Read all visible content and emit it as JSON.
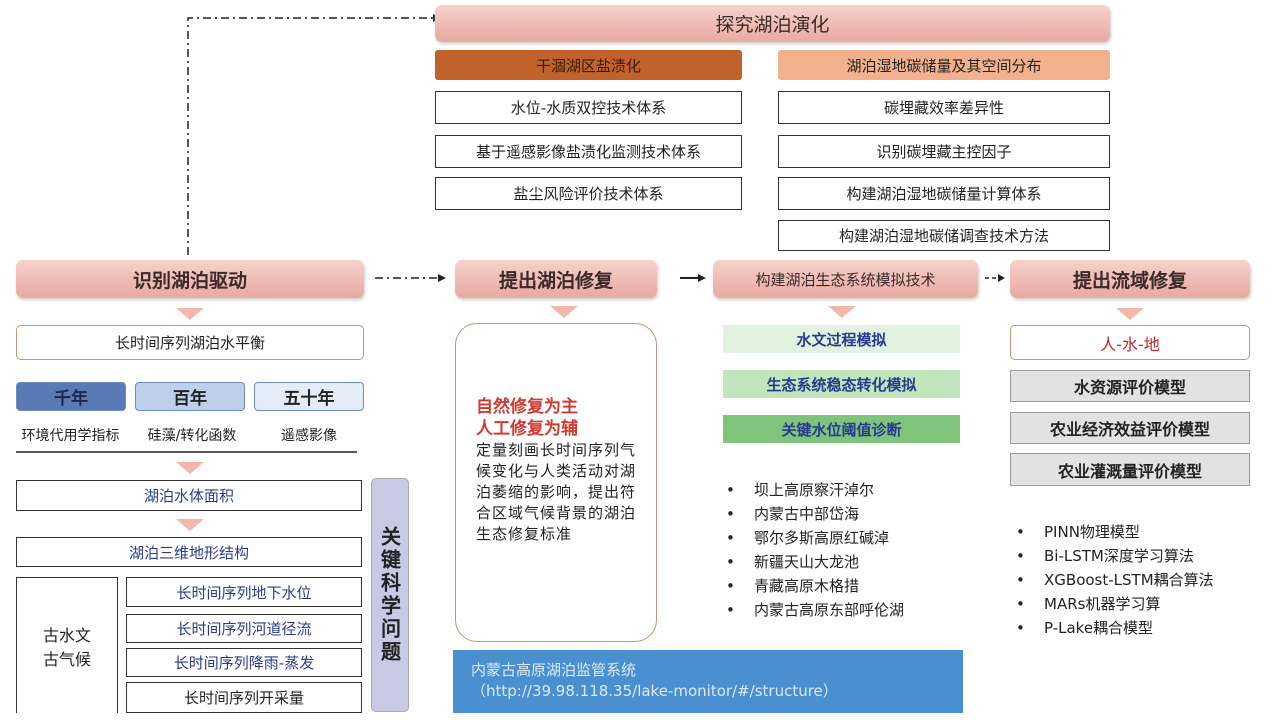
{
  "top": {
    "title": "探究湖泊演化",
    "left": {
      "header": "干涸湖区盐渍化",
      "items": [
        "水位-水质双控技术体系",
        "基于遥感影像盐渍化监测技术体系",
        "盐尘风险评价技术体系"
      ]
    },
    "right": {
      "header": "湖泊湿地碳储量及其空间分布",
      "items": [
        "碳埋藏效率差异性",
        "识别碳埋藏主控因子",
        "构建湖泊湿地碳储量计算体系",
        "构建湖泊湿地碳储调查技术方法"
      ]
    }
  },
  "drivers": {
    "title": "识别湖泊驱动",
    "balance": "长时间序列湖泊水平衡",
    "scales": [
      {
        "label": "千年",
        "method": "环境代用学指标"
      },
      {
        "label": "百年",
        "method": "硅藻/转化函数"
      },
      {
        "label": "五十年",
        "method": "遥感影像"
      }
    ],
    "area": "湖泊水体面积",
    "terrain": "湖泊三维地形结构",
    "paleo": "古水文\n古气候",
    "series": [
      "长时间序列地下水位",
      "长时间序列河道径流",
      "长时间序列降雨-蒸发",
      "长时间序列开采量"
    ],
    "key_question": "关键科学问题"
  },
  "restore": {
    "title": "提出湖泊修复",
    "principle1": "自然修复为主",
    "principle2": "人工修复为辅",
    "desc": "定量刻画长时间序列气候变化与人类活动对湖泊萎缩的影响，提出符合区域气候背景的湖泊生态修复标准"
  },
  "system": {
    "name": "内蒙古高原湖泊监管系统",
    "url": "（http://39.98.118.35/lake-monitor/#/structure）"
  },
  "sim": {
    "title": "构建湖泊生态系统模拟技术",
    "items": [
      "水文过程模拟",
      "生态系统稳态转化模拟",
      "关键水位阈值诊断"
    ],
    "lakes": [
      "坝上高原察汗淖尔",
      "内蒙古中部岱海",
      "鄂尔多斯高原红碱淖",
      "新疆天山大龙池",
      "青藏高原木格措",
      "内蒙古高原东部呼伦湖"
    ]
  },
  "basin": {
    "title": "提出流域修复",
    "theme": "人-水-地",
    "models": [
      "水资源评价模型",
      "农业经济效益评价模型",
      "农业灌溉量评价模型"
    ],
    "algorithms": [
      "PINN物理模型",
      "Bi-LSTM深度学习算法",
      "XGBoost-LSTM耦合算法",
      "MARs机器学习算",
      "P-Lake耦合模型"
    ]
  }
}
